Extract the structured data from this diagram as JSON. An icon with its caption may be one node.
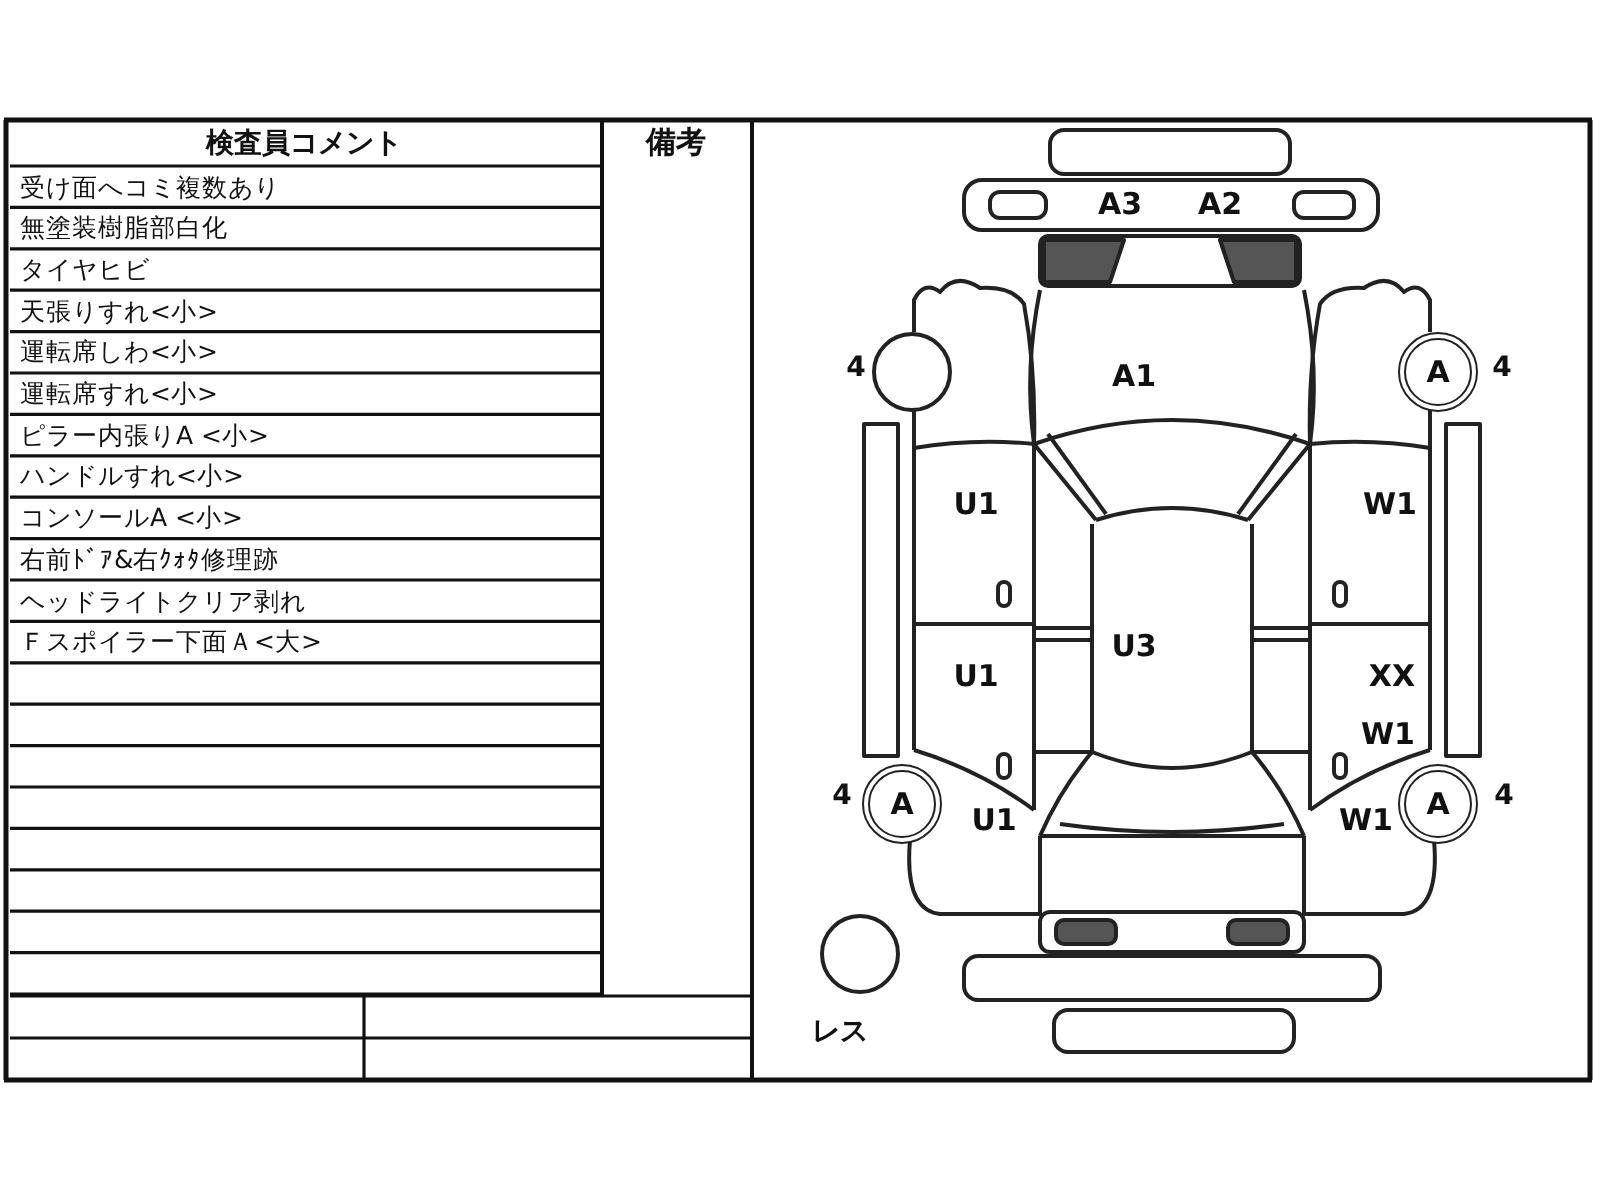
{
  "diagram": {
    "nodes": [
      {
        "text": [],
        "shape": "circle",
        "beside": [
          "4"
        ]
      },
      {
        "text": [
          "A"
        ],
        "beside": [
          "4"
        ]
      },
      {
        "text": [
          "A"
        ],
        "beside": [
          "4"
        ]
      },
      {
        "text": [
          "A"
        ],
        "beside": [
          "4"
        ]
      },
      {
        "text": [],
        "shape": "circle",
        "beside": [
          "レス"
        ]
      }
    ],
    "labels": [
      "検査員コメント",
      "備考",
      "受け面へコミ複数あり",
      "無塗装樹脂部白化",
      "タイヤヒビ",
      "天張りすれ<小>",
      "運転席しわ<小>",
      "運転席すれ<小>",
      "ピラー内張りA <小>",
      "ハンドルすれ<小>",
      "コンソールA <小>",
      "右前ﾄﾞｱ&右ｸｫﾀ修理跡",
      "ヘッドライトクリア剥れ",
      "Ｆスポイラー下面Ａ<大>",
      "A3",
      "A2",
      "A1",
      "U1",
      "W1",
      "U3",
      "U1",
      "XX",
      "W1",
      "U1",
      "W1"
    ]
  }
}
